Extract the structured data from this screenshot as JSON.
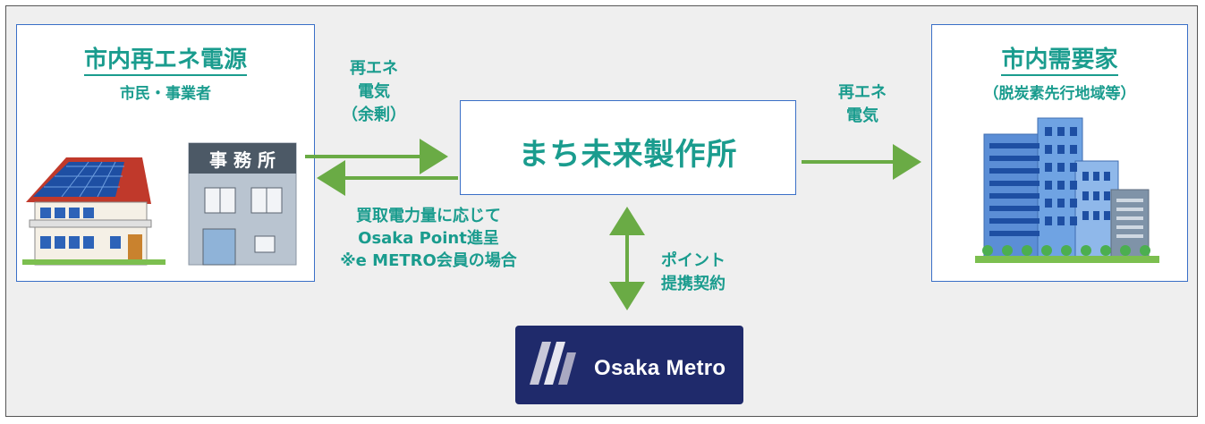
{
  "left": {
    "title": "市内再エネ電源",
    "subtitle": "市民・事業者",
    "office_sign": "事 務 所"
  },
  "right": {
    "title": "市内需要家",
    "subtitle": "（脱炭素先行地域等）"
  },
  "center": {
    "title": "まち未来製作所"
  },
  "labels": {
    "flow_in_line1": "再エネ",
    "flow_in_line2": "電気",
    "flow_in_line3": "（余剰）",
    "flow_out_line1": "再エネ",
    "flow_out_line2": "電気",
    "points_line1": "買取電力量に応じて",
    "points_line2": "Osaka Point進呈",
    "points_line3": "※e METRO会員の場合",
    "partner_line1": "ポイント",
    "partner_line2": "提携契約"
  },
  "logo": {
    "text": "Osaka Metro"
  },
  "colors": {
    "accent": "#1a9c8e",
    "arrow": "#6aab45",
    "box_border": "#3a6fc7",
    "logo_bg": "#1f2a6b"
  }
}
